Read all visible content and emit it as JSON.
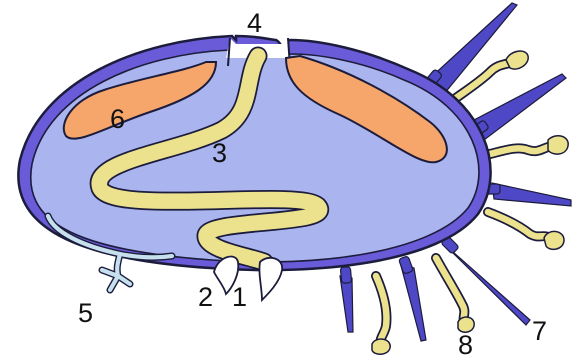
{
  "labels": {
    "l1": "1",
    "l2": "2",
    "l3": "3",
    "l4": "4",
    "l5": "5",
    "l6": "6",
    "l7": "7",
    "l8": "8"
  },
  "colors": {
    "body_fill": "#aab4ee",
    "wall": "#6a5bd8",
    "outline": "#1c1c3c",
    "orange": "#f6a66a",
    "yellow": "#ece28e",
    "pale_blue": "#c6e0ee",
    "spike": "#4f48c6",
    "background": "#ffffff"
  }
}
